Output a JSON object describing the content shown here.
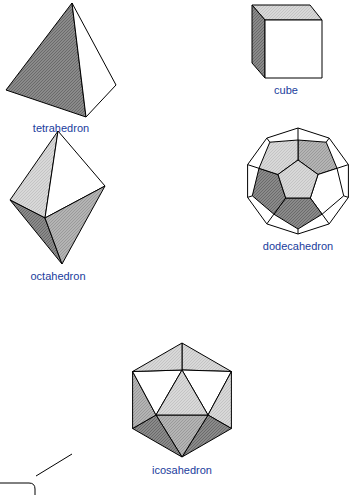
{
  "diagram": {
    "labels": [
      "tetrahedron",
      "cube",
      "octahedron",
      "dodecahedron",
      "icosahedron"
    ]
  }
}
